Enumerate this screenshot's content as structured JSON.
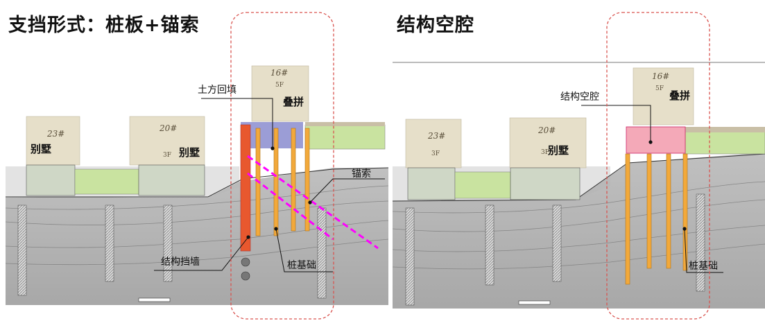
{
  "left_panel": {
    "title": "支挡形式：桩板+锚索",
    "buildings": [
      {
        "number": "23#",
        "name": "别墅"
      },
      {
        "number": "20#",
        "floors": "3F",
        "name": "别墅"
      },
      {
        "number": "16#",
        "floors": "5F",
        "name": "叠拼"
      }
    ],
    "callouts": {
      "backfill": "土方回填",
      "anchor": "锚索",
      "retaining_wall": "结构挡墙",
      "pile_foundation": "桩基础"
    }
  },
  "right_panel": {
    "title": "结构空腔",
    "buildings": [
      {
        "number": "23#",
        "floors": "3F"
      },
      {
        "number": "20#",
        "floors": "3F",
        "name": "别墅"
      },
      {
        "number": "16#",
        "floors": "5F",
        "name": "叠拼"
      }
    ],
    "callouts": {
      "cavity": "结构空腔",
      "pile_foundation": "桩基础"
    }
  },
  "colors": {
    "highlight_frame": "#d9534f",
    "anchor_cable": "#ff00ff",
    "retaining_wall": "#e8582e",
    "pile": "#f2a93b",
    "building": "#e6dfc9",
    "green_fill": "#c9e3a0",
    "cavity": "#f4a9b8",
    "backfill": "#8a8ccf"
  }
}
